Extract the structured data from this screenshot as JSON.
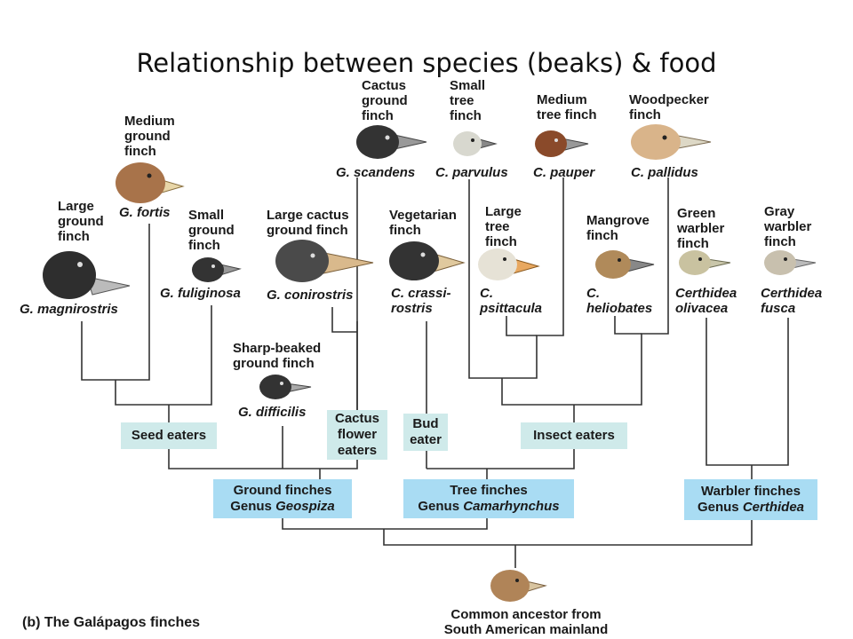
{
  "title": "Relationship between species (beaks) & food",
  "caption": "(b) The Galápagos finches",
  "ancestor": "Common ancestor from\nSouth American mainland",
  "diets": {
    "seed": "Seed eaters",
    "cactus_flower": "Cactus\nflower\neaters",
    "bud": "Bud\neater",
    "insect": "Insect eaters"
  },
  "genera": {
    "ground": {
      "line1": "Ground finches",
      "prefix": "Genus ",
      "genus": "Geospiza"
    },
    "tree": {
      "line1": "Tree finches",
      "prefix": "Genus ",
      "genus": "Camarhynchus"
    },
    "warbler": {
      "line1": "Warbler finches",
      "prefix": "Genus ",
      "genus": "Certhidea"
    }
  },
  "species": [
    {
      "common": "Large\nground\nfinch",
      "scientific": "G. magnirostris"
    },
    {
      "common": "Medium\nground\nfinch",
      "scientific": "G. fortis"
    },
    {
      "common": "Small\nground\nfinch",
      "scientific": "G. fuliginosa"
    },
    {
      "common": "Sharp-beaked\nground finch",
      "scientific": "G. difficilis"
    },
    {
      "common": "Large cactus\nground finch",
      "scientific": "G. conirostris"
    },
    {
      "common": "Cactus\nground\nfinch",
      "scientific": "G. scandens"
    },
    {
      "common": "Vegetarian\nfinch",
      "scientific": "C. crassi-\nrostris"
    },
    {
      "common": "Small\ntree\nfinch",
      "scientific": "C. parvulus"
    },
    {
      "common": "Large\ntree\nfinch",
      "scientific": "C.\npsittacula"
    },
    {
      "common": "Medium\ntree finch",
      "scientific": "C. pauper"
    },
    {
      "common": "Woodpecker\nfinch",
      "scientific": "C. pallidus"
    },
    {
      "common": "Mangrove\nfinch",
      "scientific": "C.\nheliobates"
    },
    {
      "common": "Green\nwarbler\nfinch",
      "scientific": "Certhidea\nolivacea"
    },
    {
      "common": "Gray\nwarbler\nfinch",
      "scientific": "Certhidea\nfusca"
    }
  ],
  "colors": {
    "diet_box": "#cfeaea",
    "genus_box": "#a9dcf3",
    "tree_line": "#333333"
  }
}
